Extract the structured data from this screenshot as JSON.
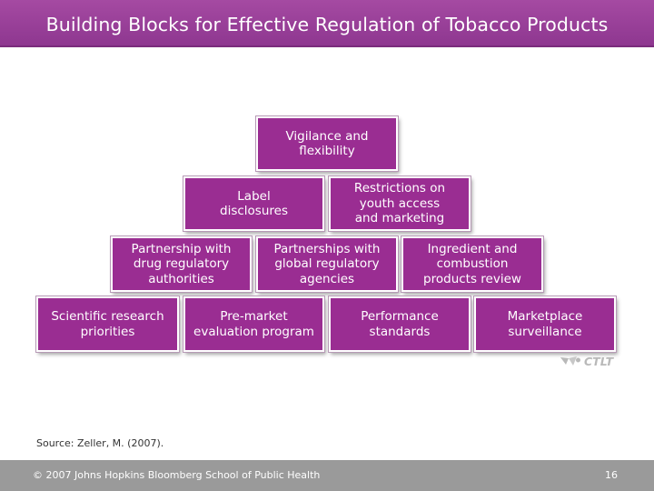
{
  "header": {
    "title": "Building Blocks for Effective Regulation of Tobacco Products"
  },
  "pyramid": {
    "row1": [
      "Vigilance and\nflexibility"
    ],
    "row2": [
      "Label\ndisclosures",
      "Restrictions on\nyouth access\nand marketing"
    ],
    "row3": [
      "Partnership with\ndrug regulatory\nauthorities",
      "Partnerships with\nglobal regulatory\nagencies",
      "Ingredient and\ncombustion\nproducts review"
    ],
    "row4": [
      "Scientific research\npriorities",
      "Pre-market\nevaluation program",
      "Performance\nstandards",
      "Marketplace\nsurveillance"
    ]
  },
  "logo": {
    "text": "CTLT",
    "icon": "ctlt-logo-icon"
  },
  "source": "Source: Zeller, M. (2007).",
  "footer": {
    "copyright": "© 2007 Johns Hopkins Bloomberg School of Public Health",
    "page_number": "16"
  },
  "colors": {
    "header_bg": "#9a3f98",
    "block_fill": "#9a2d92",
    "footer_bg": "#9a9a9a"
  }
}
